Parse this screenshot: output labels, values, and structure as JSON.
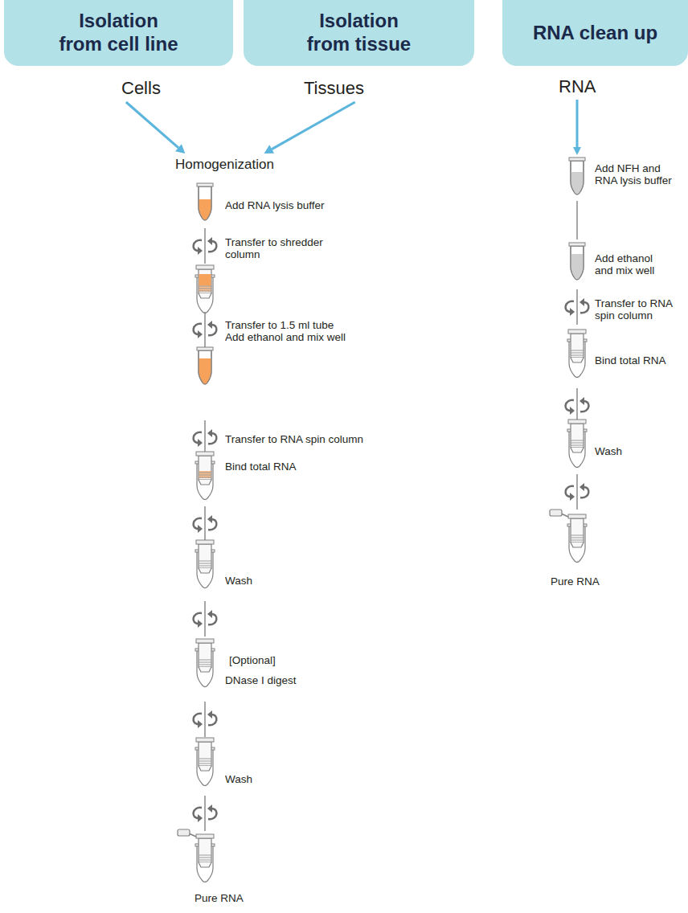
{
  "diagram": {
    "nodes": [
      {
        "text": [
          "Isolation from cell line"
        ]
      },
      {
        "text": [
          "Isolation from tissue"
        ]
      },
      {
        "text": [
          "RNA clean up"
        ]
      },
      {
        "text": [
          "Cells"
        ]
      },
      {
        "text": [
          "Tissues"
        ]
      },
      {
        "text": [
          "Homogenization"
        ]
      },
      {
        "text": [
          "RNA"
        ]
      }
    ],
    "edges": [
      {
        "from": 3,
        "to": 5,
        "arrow": "to"
      },
      {
        "from": 4,
        "to": 5,
        "arrow": "to"
      }
    ],
    "labels": [
      "Add RNA lysis buffer",
      "Transfer to shredder column",
      "Transfer to 1.5 ml tube",
      "Add ethanol and mix well",
      "Transfer to RNA spin column",
      "Bind total RNA",
      "Wash",
      "[Optional]",
      "DNase I digest",
      "Wash",
      "Pure RNA",
      "Add NFH and RNA lysis buffer",
      "Add ethanol and mix well",
      "Transfer to RNA spin column",
      "Bind total RNA",
      "Wash",
      "Pure RNA"
    ]
  }
}
